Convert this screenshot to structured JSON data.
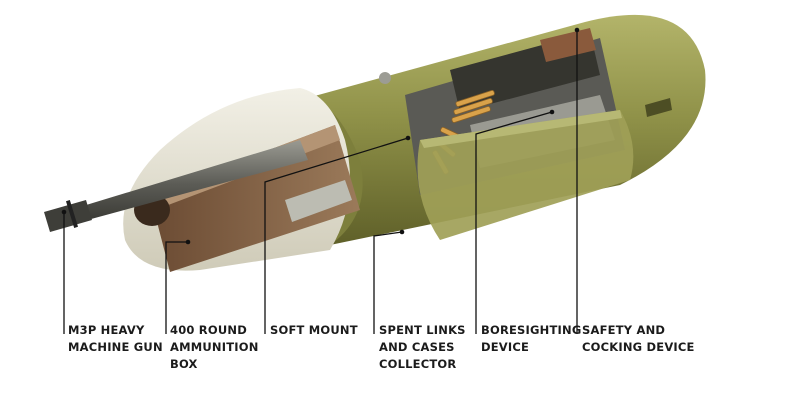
{
  "callouts": [
    {
      "id": "gun",
      "lines": [
        "M3P HEAVY",
        "MACHINE GUN"
      ]
    },
    {
      "id": "ammo",
      "lines": [
        "400 ROUND",
        "AMMUNITION",
        "BOX"
      ]
    },
    {
      "id": "mount",
      "lines": [
        "SOFT MOUNT"
      ]
    },
    {
      "id": "links",
      "lines": [
        "SPENT LINKS",
        "AND CASES",
        "COLLECTOR"
      ]
    },
    {
      "id": "bore",
      "lines": [
        "BORESIGHTING",
        "DEVICE"
      ]
    },
    {
      "id": "safety",
      "lines": [
        "SAFETY AND",
        "COCKING DEVICE"
      ]
    }
  ],
  "colors": {
    "pod_body": "#8f9148",
    "pod_shadow": "#6c6d32",
    "fairing": "#e7e4d6",
    "interior": "#7a5c40",
    "leader": "#111111"
  }
}
